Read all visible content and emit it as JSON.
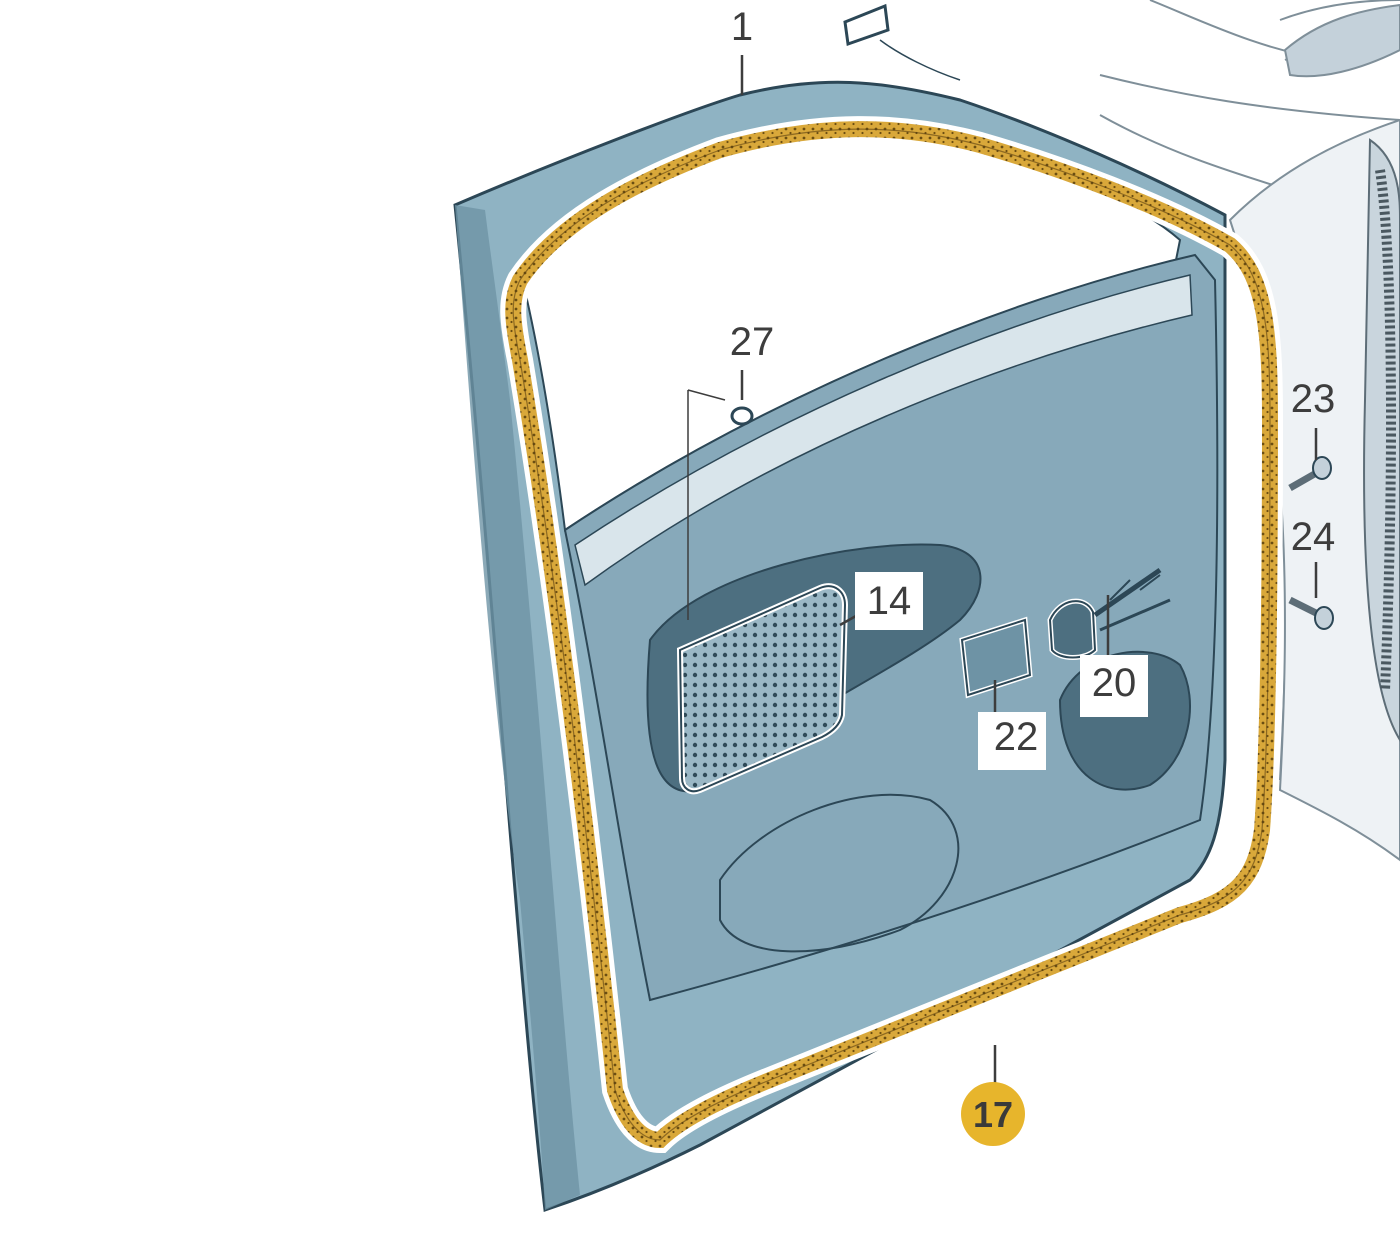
{
  "diagram": {
    "callouts": {
      "c1": "1",
      "c27": "27",
      "c14": "14",
      "c23": "23",
      "c24": "24",
      "c20": "20",
      "c22": "22",
      "c17": "17"
    },
    "highlighted_part": "17",
    "colors": {
      "door_panel": "#8fb3c3",
      "door_shadow": "#6e93a5",
      "door_outline": "#2c4756",
      "seal": "#d9a83a",
      "seal_dots": "#6b4e12",
      "highlight_badge": "#e7b52c",
      "body_line": "#7f8f99"
    }
  }
}
